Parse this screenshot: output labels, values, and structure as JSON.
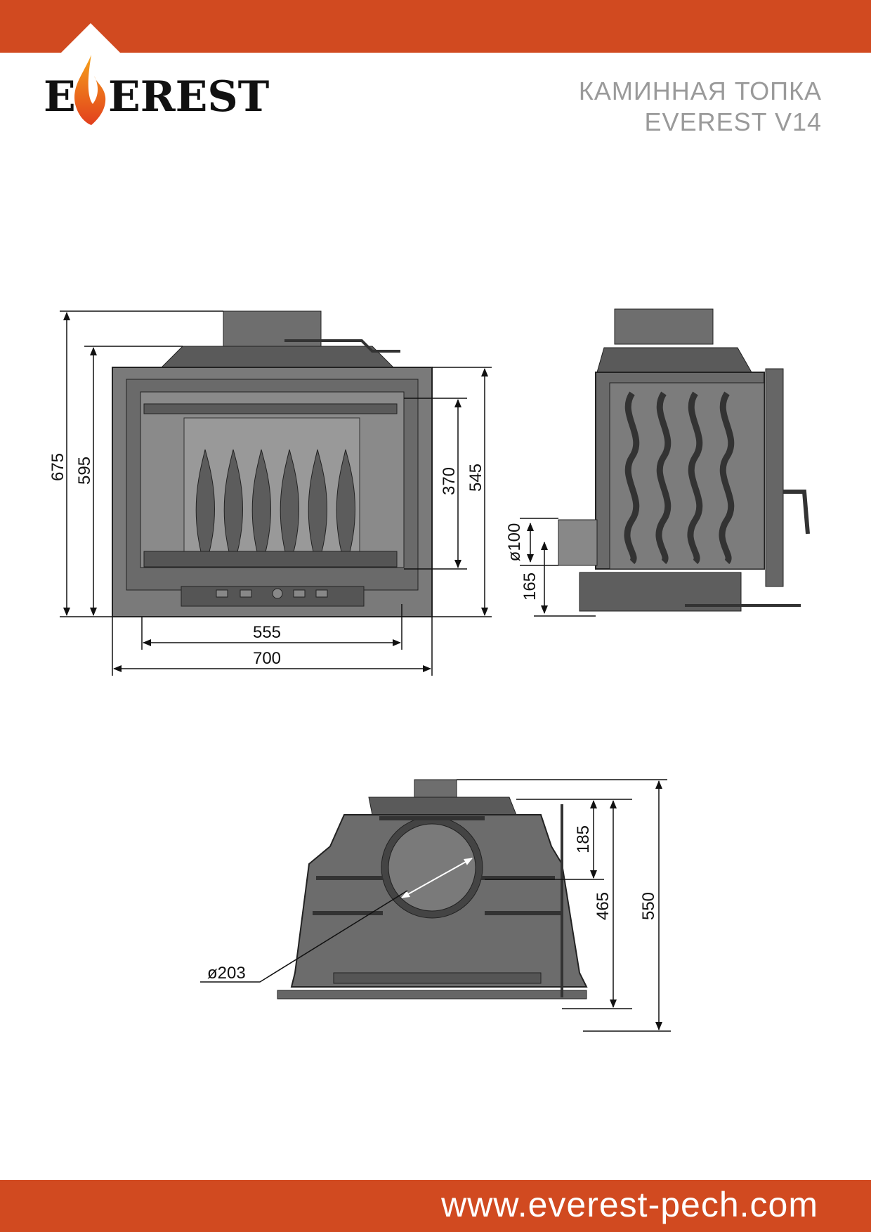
{
  "header": {
    "brand": "EVEREST",
    "title_line1": "КАМИННАЯ ТОПКА",
    "title_line2": "EVEREST V14"
  },
  "colors": {
    "accent": "#d14a20",
    "metal": "#7a7a7a",
    "metal_dark": "#4a4a4a",
    "title_gray": "#9a9a9a"
  },
  "front_view": {
    "dims": {
      "height_total": "675",
      "height_body": "595",
      "height_frame": "545",
      "glass_height": "370",
      "glass_width": "555",
      "width_total": "700"
    }
  },
  "side_view": {
    "dims": {
      "flue_diameter": "ø100",
      "flue_height": "165"
    }
  },
  "top_view": {
    "dims": {
      "depth_a": "185",
      "depth_b": "465",
      "depth_total": "550",
      "flue_diameter": "ø203"
    }
  },
  "footer": {
    "url": "www.everest-pech.com"
  }
}
